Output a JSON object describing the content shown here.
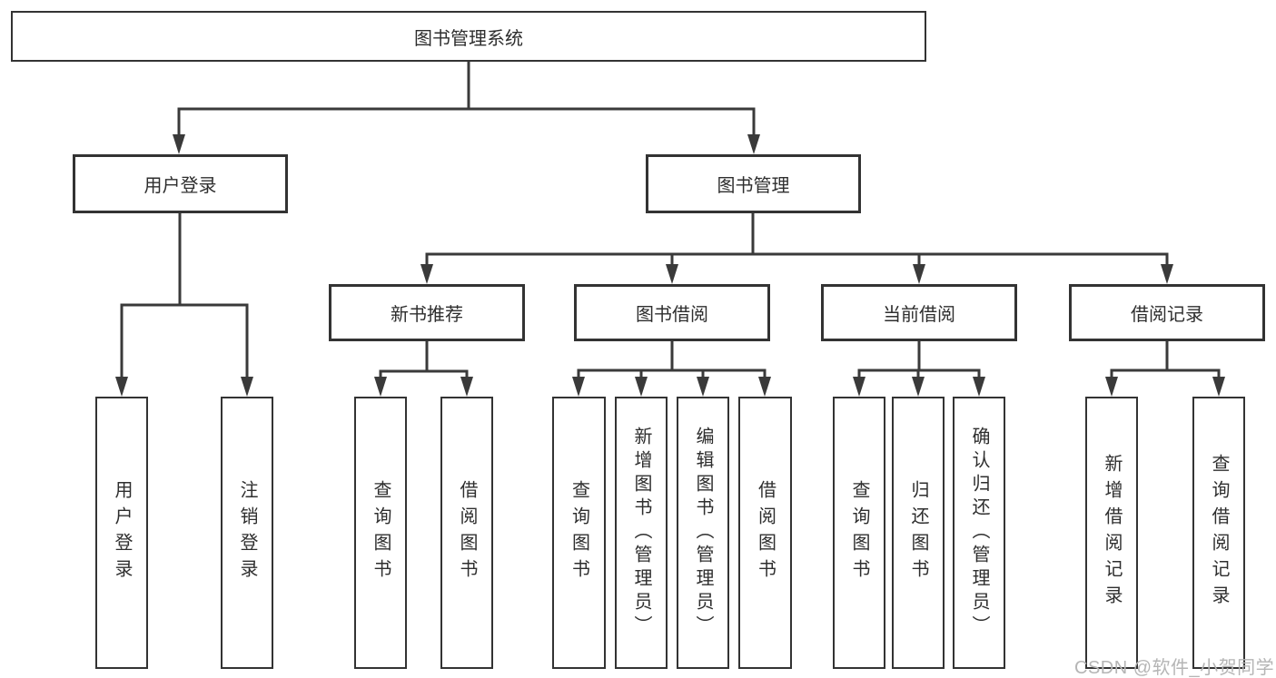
{
  "diagram": {
    "title": "图书管理系统",
    "root": {
      "label": "图书管理系统"
    },
    "level2": [
      {
        "label": "用户登录"
      },
      {
        "label": "图书管理"
      }
    ],
    "level3": [
      {
        "label": "新书推荐"
      },
      {
        "label": "图书借阅"
      },
      {
        "label": "当前借阅"
      },
      {
        "label": "借阅记录"
      }
    ],
    "leaves": {
      "user_login": [
        "用户登录",
        "注销登录"
      ],
      "new_book": [
        "查询图书",
        "借阅图书"
      ],
      "book_borrow": [
        "查询图书",
        "新增图书（管理员）",
        "编辑图书（管理员）",
        "借阅图书"
      ],
      "current_borrow": [
        "查询图书",
        "归还图书",
        "确认归还（管理员）"
      ],
      "borrow_record": [
        "新增借阅记录",
        "查询借阅记录"
      ]
    }
  },
  "watermark": {
    "text": "CSDN @软件_小贺同学",
    "color": "#b5b5b5"
  },
  "colors": {
    "line": "#3a3a3a",
    "border": "#333333",
    "text": "#2e2e2e",
    "background": "#ffffff"
  }
}
